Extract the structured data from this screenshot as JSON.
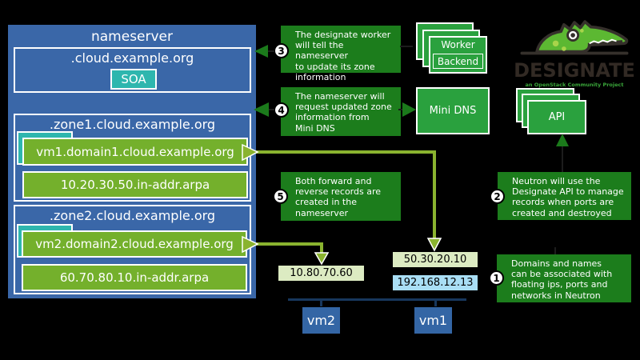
{
  "nameserver_panel": {
    "title": "nameserver",
    "soa_zone": {
      "name": ".cloud.example.org",
      "record": "SOA"
    },
    "zones": [
      {
        "name": ".zone1.cloud.example.org",
        "forward": "vm1.domain1.cloud.example.org",
        "reverse": "10.20.30.50.in-addr.arpa"
      },
      {
        "name": ".zone2.cloud.example.org",
        "forward": "vm2.domain2.cloud.example.org",
        "reverse": "60.70.80.10.in-addr.arpa"
      }
    ]
  },
  "notes": {
    "n1": {
      "num": "1",
      "text": "Domains and names\ncan be associated with\nfloating ips, ports and\nnetworks in Neutron"
    },
    "n2": {
      "num": "2",
      "text": "Neutron will use the\nDesignate API to manage\nrecords when ports are\ncreated and destroyed"
    },
    "n3": {
      "num": "3",
      "text": "The designate worker\nwill tell the nameserver\nto update its zone\ninformation"
    },
    "n4": {
      "num": "4",
      "text": "The nameserver will\nrequest updated zone\ninformation from\nMini DNS"
    },
    "n5": {
      "num": "5",
      "text": "Both forward and\nreverse records are\ncreated in the\nnameserver"
    }
  },
  "services": {
    "worker": {
      "label": "Worker",
      "sublabel": "Backend"
    },
    "minidns": {
      "label": "Mini DNS"
    },
    "api": {
      "label": "API"
    }
  },
  "logo": {
    "title": "DESIGNATE",
    "subtitle": "an OpenStack Community Project",
    "icon": "crocodile-icon"
  },
  "vms": {
    "vm2": {
      "label": "vm2",
      "ips": [
        "10.80.70.60"
      ]
    },
    "vm1": {
      "label": "vm1",
      "ips": [
        "50.30.20.10",
        "192.168.12.13"
      ]
    }
  },
  "colors": {
    "panel_blue": "#3a67a8",
    "record_green": "#74b02c",
    "teal": "#2eb6ae",
    "note_green": "#1c7d1c",
    "service_green": "#2aa13e",
    "arrow_yellow_green": "#8ab32f",
    "arrow_dark_green": "#1b7a1b",
    "vm_blue": "#3466a5",
    "bracket_navy": "#17375d",
    "ip_green_bg": "#dcebc2",
    "ip_blue_bg": "#a9def5",
    "logo_dark": "#322a24",
    "logo_green": "#5cb832"
  }
}
